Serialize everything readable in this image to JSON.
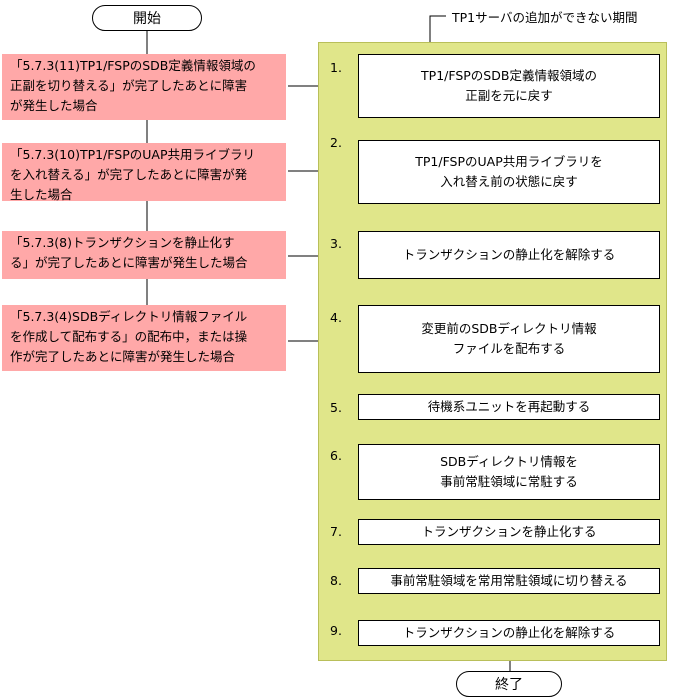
{
  "start_label": "開始",
  "end_label": "終了",
  "period_note": "TP1サーバの追加ができない期間",
  "conditions": [
    {
      "line1": "「5.7.3(11)TP1/FSPのSDB定義情報領域の",
      "line2": "正副を切り替える」が完了したあとに障害",
      "line3": "が発生した場合"
    },
    {
      "line1": "「5.7.3(10)TP1/FSPのUAP共用ライブラリ",
      "line2": "を入れ替える」が完了したあとに障害が発",
      "line3": "生した場合"
    },
    {
      "line1": "「5.7.3(8)トランザクションを静止化す",
      "line2": "る」が完了したあとに障害が発生した場合",
      "line3": ""
    },
    {
      "line1": "「5.7.3(4)SDBディレクトリ情報ファイル",
      "line2": "を作成して配布する」の配布中，または操",
      "line3": "作が完了したあとに障害が発生した場合"
    }
  ],
  "steps": [
    {
      "num": "1.",
      "line1": "TP1/FSPのSDB定義情報領域の",
      "line2": "正副を元に戻す"
    },
    {
      "num": "2.",
      "line1": "TP1/FSPのUAP共用ライブラリを",
      "line2": "入れ替え前の状態に戻す"
    },
    {
      "num": "3.",
      "line1": "トランザクションの静止化を解除する",
      "line2": ""
    },
    {
      "num": "4.",
      "line1": "変更前のSDBディレクトリ情報",
      "line2": "ファイルを配布する"
    },
    {
      "num": "5.",
      "line1": "待機系ユニットを再起動する",
      "line2": ""
    },
    {
      "num": "6.",
      "line1": "SDBディレクトリ情報を",
      "line2": "事前常駐領域に常駐する"
    },
    {
      "num": "7.",
      "line1": "トランザクションを静止化する",
      "line2": ""
    },
    {
      "num": "8.",
      "line1": "事前常駐領域を常用常駐領域に切り替える",
      "line2": ""
    },
    {
      "num": "9.",
      "line1": "トランザクションの静止化を解除する",
      "line2": ""
    }
  ]
}
